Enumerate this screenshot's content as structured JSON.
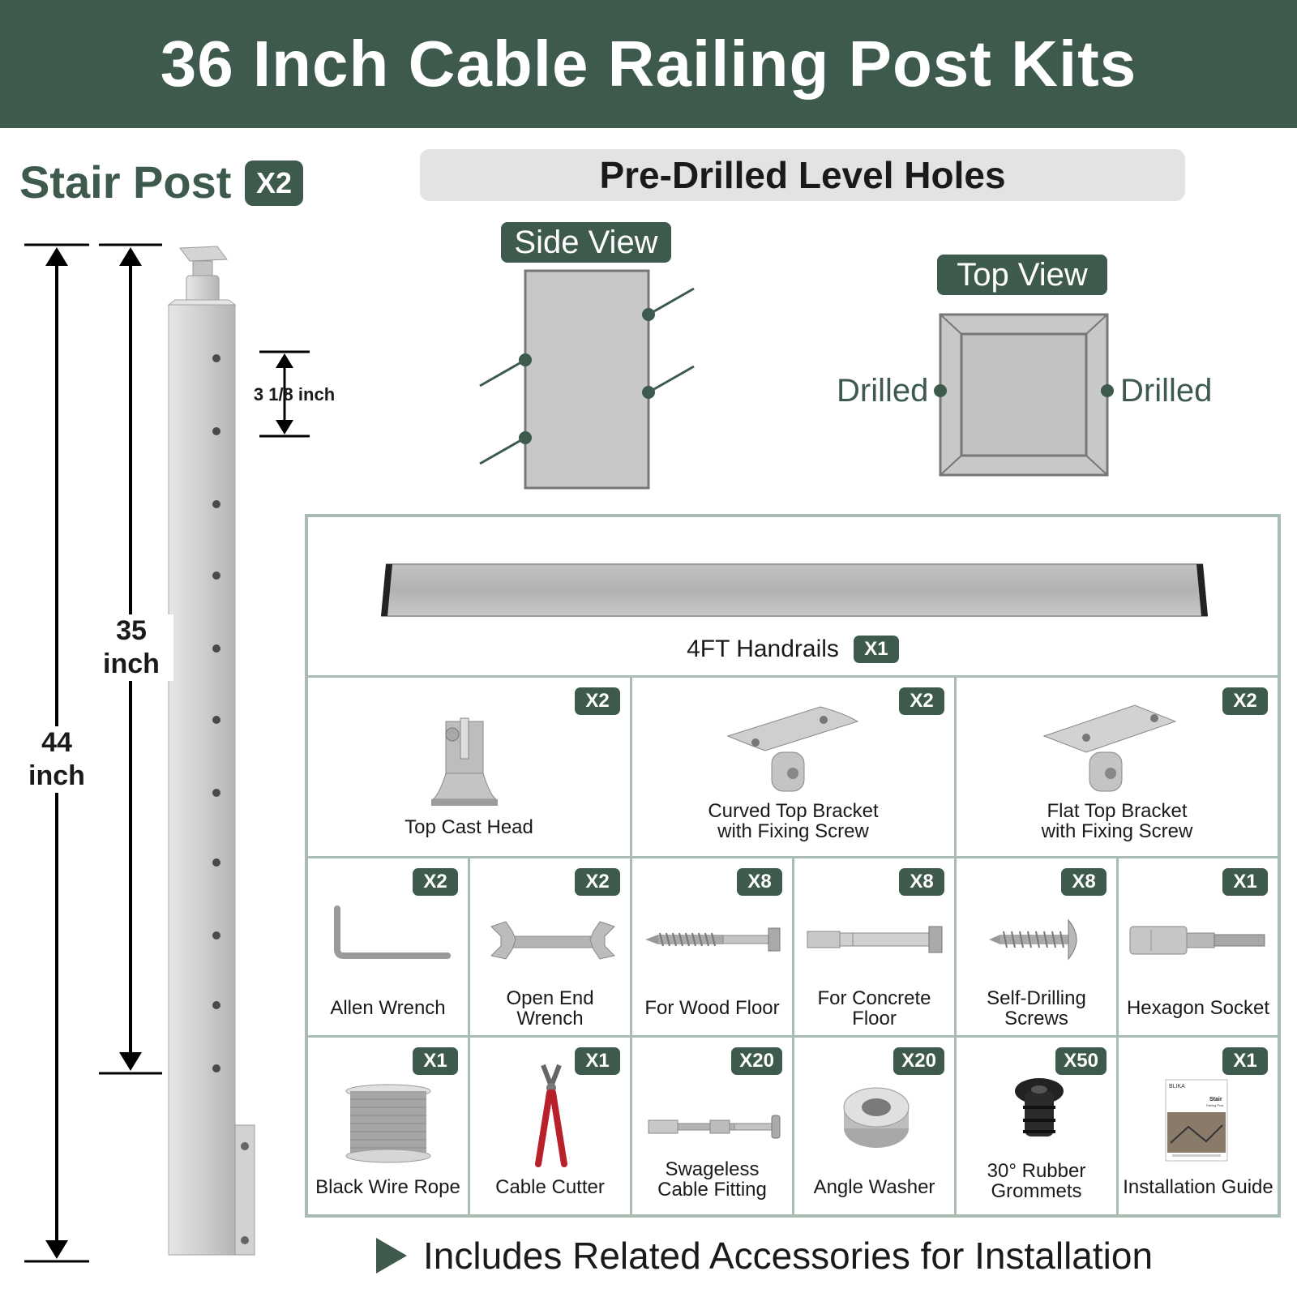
{
  "title": "36 Inch Cable Railing Post Kits",
  "stair_post": {
    "label": "Stair Post",
    "qty": "X2"
  },
  "dimensions": {
    "total": [
      "44",
      "inch"
    ],
    "inner": [
      "35",
      "inch"
    ],
    "hole_spacing": "3 1/8 inch"
  },
  "predrilled": {
    "heading": "Pre-Drilled Level Holes",
    "side_view": "Side View",
    "top_view": "Top View",
    "drilled_left": "Drilled",
    "drilled_right": "Drilled"
  },
  "handrail": {
    "label": "4FT Handrails",
    "qty": "X1"
  },
  "row1": [
    {
      "label": "Top Cast Head",
      "qty": "X2",
      "icon": "cast-head-icon"
    },
    {
      "label": "Curved Top Bracket\nwith Fixing Screw",
      "qty": "X2",
      "icon": "curved-bracket-icon"
    },
    {
      "label": "Flat Top Bracket\nwith Fixing Screw",
      "qty": "X2",
      "icon": "flat-bracket-icon"
    }
  ],
  "row2": [
    {
      "label": "Allen Wrench",
      "qty": "X2",
      "icon": "allen-wrench-icon"
    },
    {
      "label": "Open End\nWrench",
      "qty": "X2",
      "icon": "open-end-wrench-icon"
    },
    {
      "label": "For Wood Floor",
      "qty": "X8",
      "icon": "wood-screw-icon"
    },
    {
      "label": "For Concrete\nFloor",
      "qty": "X8",
      "icon": "concrete-anchor-icon"
    },
    {
      "label": "Self-Drilling\nScrews",
      "qty": "X8",
      "icon": "self-drilling-screw-icon"
    },
    {
      "label": "Hexagon Socket",
      "qty": "X1",
      "icon": "hex-socket-icon"
    }
  ],
  "row3": [
    {
      "label": "Black Wire Rope",
      "qty": "X1",
      "icon": "wire-rope-spool-icon"
    },
    {
      "label": "Cable Cutter",
      "qty": "X1",
      "icon": "cable-cutter-icon"
    },
    {
      "label": "Swageless\nCable Fitting",
      "qty": "X20",
      "icon": "cable-fitting-icon"
    },
    {
      "label": "Angle Washer",
      "qty": "X20",
      "icon": "angle-washer-icon"
    },
    {
      "label": "30° Rubber\nGrommets",
      "qty": "X50",
      "icon": "rubber-grommet-icon"
    },
    {
      "label": "Installation Guide",
      "qty": "X1",
      "icon": "installation-guide-icon"
    }
  ],
  "guide_cover": {
    "brand": "BLIKA",
    "title": "Stair",
    "subtitle": "Railing Post"
  },
  "footer": "Includes Related Accessories for Installation",
  "colors": {
    "primary": "#3d5a4c",
    "border": "#a9bcb2",
    "steel": "#c8c8c8"
  }
}
